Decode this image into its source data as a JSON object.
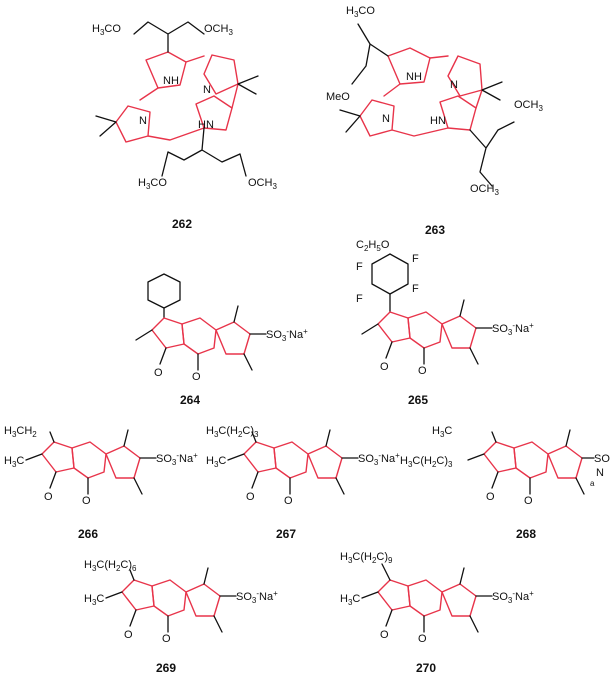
{
  "compounds": [
    {
      "id": "262",
      "groups": [
        "H3COCH2CH2 ... OCH3",
        "NH",
        "N",
        "HN"
      ]
    },
    {
      "id": "263"
    },
    {
      "id": "264"
    },
    {
      "id": "265"
    },
    {
      "id": "266"
    },
    {
      "id": "267"
    },
    {
      "id": "268"
    },
    {
      "id": "269"
    },
    {
      "id": "270"
    }
  ],
  "labels": {
    "c262": "262",
    "c263": "263",
    "c264": "264",
    "c265": "265",
    "c266": "266",
    "c267": "267",
    "c268": "268",
    "c269": "269",
    "c270": "270",
    "nh": "NH",
    "hn": "HN",
    "n": "N",
    "o": "O",
    "h3co": "H3CO",
    "moc": "MeO",
    "och3": "OCH3",
    "h3c": "H3C",
    "so3na": "SO3-Na+",
    "c2h5o": "C2H5O",
    "f": "F",
    "h3cch2": "H3CH2",
    "h3cch2_3": "H3C(H2C)3",
    "h3cch2_6": "H3C(H2C)6",
    "h3cch2_9": "H3C(H2C)9"
  },
  "colors": {
    "core": "#e8344a",
    "bond": "#111111"
  }
}
